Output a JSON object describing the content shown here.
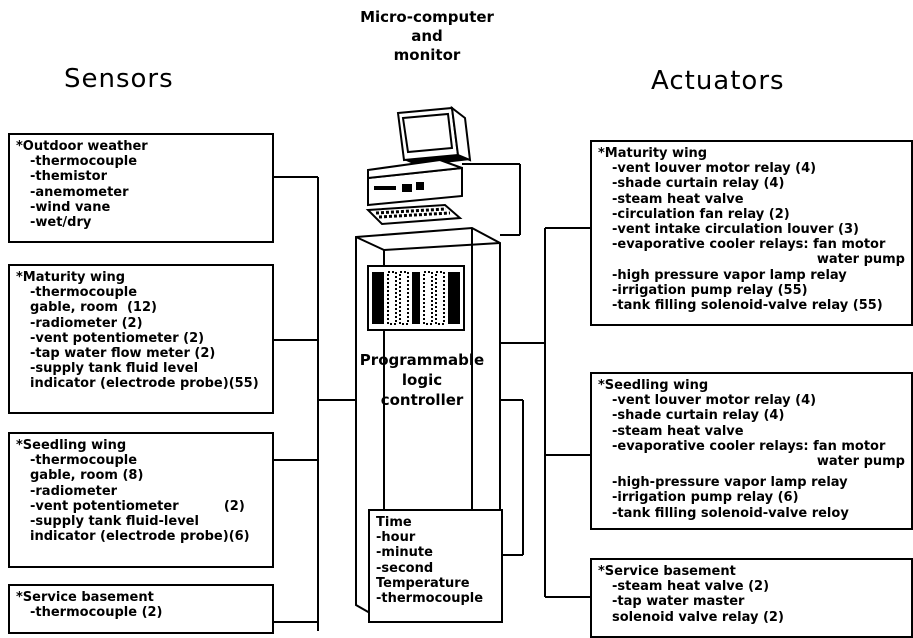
{
  "headings": {
    "sensors": "Sensors",
    "actuators": "Actuators",
    "micro_line1": "Micro-computer",
    "micro_line2": "and",
    "micro_line3": "monitor",
    "plc_line1": "Programmable",
    "plc_line2": "logic",
    "plc_line3": "controller"
  },
  "sensors": {
    "outdoor": [
      "*Outdoor weather",
      "-thermocouple",
      "-themistor",
      "-anemometer",
      "-wind vane",
      "-wet/dry"
    ],
    "maturity": [
      "*Maturity wing",
      "-thermocouple",
      "gable, room  (12)",
      "-radiometer (2)",
      "-vent potentiometer (2)",
      "-tap water flow meter (2)",
      "-supply tank fluid level",
      "indicator (electrode probe)(55)"
    ],
    "seedling": [
      "*Seedling wing",
      "-thermocouple",
      "gable, room (8)",
      "-radiometer",
      "-vent potentiometer          (2)",
      "-supply tank fluid-level",
      "indicator (electrode probe)(6)"
    ],
    "basement": [
      "*Service basement",
      "-thermocouple (2)"
    ]
  },
  "time_box": [
    "Time",
    "-hour",
    "-minute",
    "-second",
    "Temperature",
    "-thermocouple"
  ],
  "actuators": {
    "maturity": [
      "*Maturity wing",
      "-vent louver motor relay (4)",
      "-shade curtain relay (4)",
      "-steam heat valve",
      "-circulation fan relay (2)",
      "-vent intake circulation louver (3)",
      "-evaporative cooler relays: fan motor",
      "water pump",
      "-high pressure vapor lamp relay",
      "-irrigation pump relay (55)",
      "-tank filling solenoid-valve relay (55)"
    ],
    "seedling": [
      "*Seedling wing",
      "-vent louver motor relay (4)",
      "-shade curtain relay (4)",
      "-steam heat valve",
      "-evaporative cooler relays: fan motor",
      "water pump",
      "-high-pressure vapor lamp relay",
      "-irrigation pump relay (6)",
      "-tank filling solenoid-valve reloy"
    ],
    "basement": [
      "*Service basement",
      "-steam heat valve (2)",
      "-tap water master",
      "solenoid valve relay (2)"
    ]
  }
}
